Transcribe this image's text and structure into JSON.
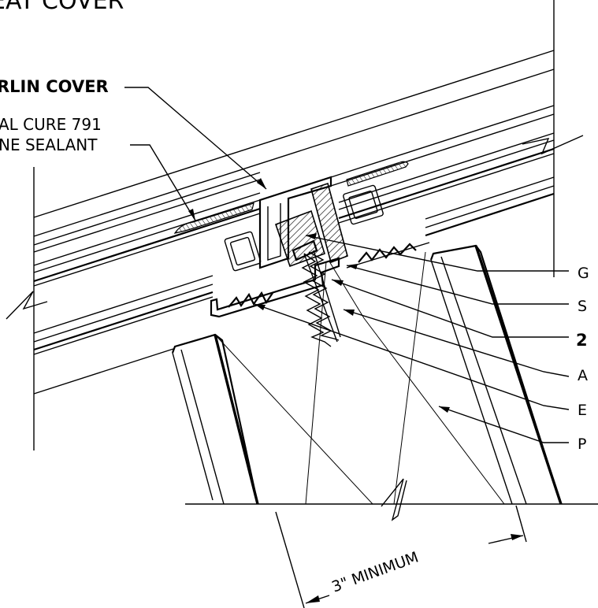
{
  "labels": {
    "title": "EAT COVER",
    "purlin_cover": "RLIN COVER",
    "sealant_line1": "AL CURE 791",
    "sealant_line2": "NE SEALANT",
    "callout_g": "G",
    "callout_s": "S",
    "callout_2": "2",
    "callout_a": "A",
    "callout_e": "E",
    "callout_p": "P",
    "dimension": "3\" MINIMUM"
  },
  "colors": {
    "line": "#000000",
    "background": "#ffffff"
  }
}
